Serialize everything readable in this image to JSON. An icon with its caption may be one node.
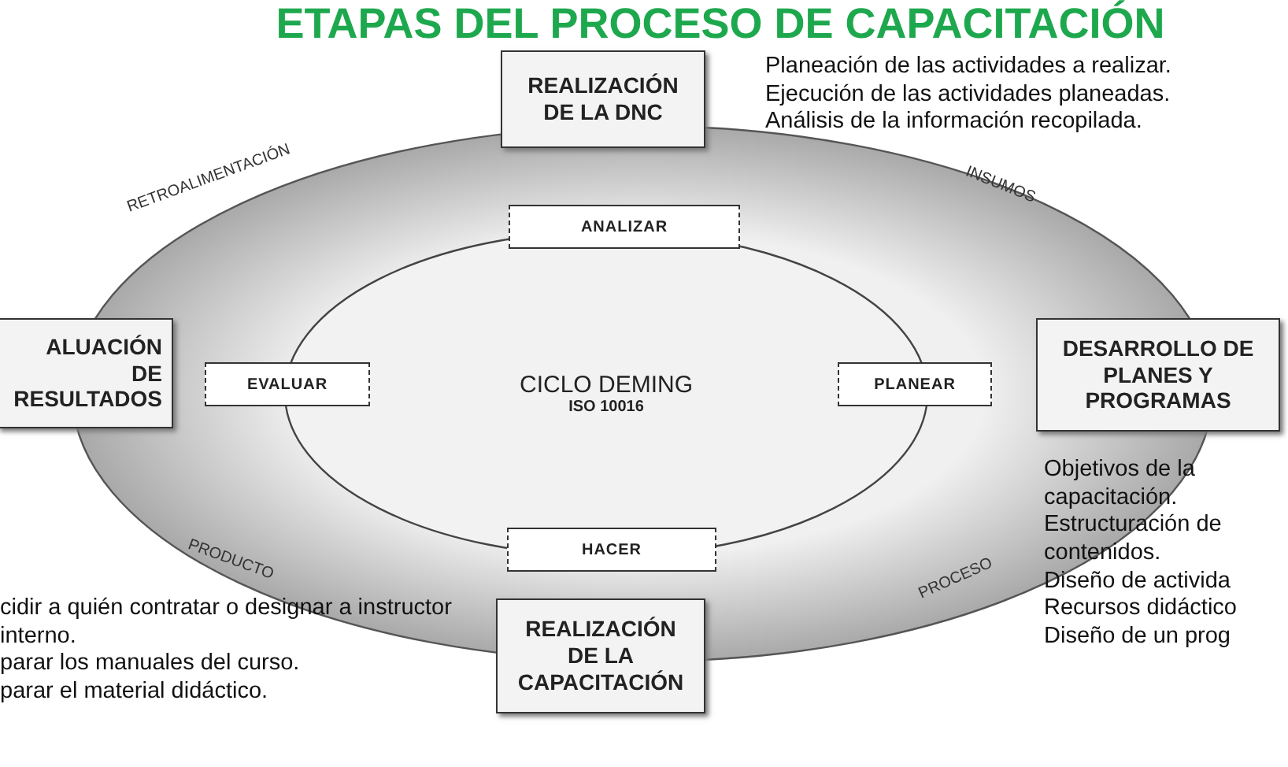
{
  "diagram": {
    "title": "ETAPAS DEL PROCESO DE CAPACITACIÓN",
    "nodes": [
      {
        "text": [
          "REALIZACIÓN DE LA DNC"
        ],
        "beside": [
          "Planeación de las actividades a realizar.",
          "Ejecución de las actividades planeadas.",
          "Análisis de la información recopilada."
        ]
      },
      {
        "text": [
          "ANALIZAR"
        ]
      },
      {
        "text": [
          "ALUACIÓN DE RESULTADOS"
        ]
      },
      {
        "text": [
          "EVALUAR"
        ]
      },
      {
        "text": [
          "CICLO DEMING",
          "ISO 10016"
        ]
      },
      {
        "text": [
          "PLANEAR"
        ]
      },
      {
        "text": [
          "DESARROLLO DE PLANES Y PROGRAMAS"
        ],
        "beside": [
          "Objetivos de la capacitación.",
          "Estructuración de contenidos.",
          "Diseño de activida",
          "Recursos didáctico",
          "Diseño de un prog"
        ]
      },
      {
        "text": [
          "HACER"
        ]
      },
      {
        "text": [
          "REALIZACIÓN DE LA CAPACITACIÓN"
        ],
        "beside": [
          "cidir a quién contratar o designar a instructor interno.",
          "parar los manuales del curso.",
          "parar el material didáctico."
        ]
      }
    ],
    "labels": [
      "RETROALIMENTACIÓN",
      "INSUMOS",
      "PRODUCTO",
      "PROCESO"
    ]
  }
}
